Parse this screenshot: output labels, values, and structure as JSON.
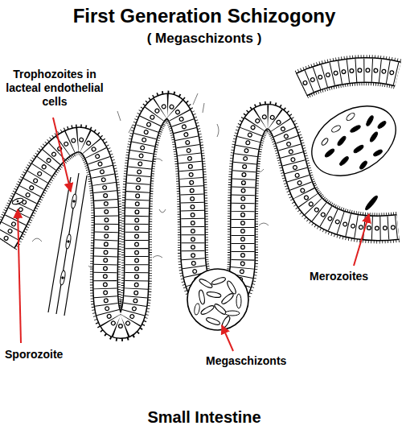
{
  "diagram": {
    "title": "First Generation Schizogony",
    "caption": "Small Intestine",
    "labels": [
      "( Megaschizonts )",
      "Trophozoites in lacteal endothelial cells",
      "Sporozoite",
      "Megaschizonts",
      "Merozoites"
    ]
  }
}
